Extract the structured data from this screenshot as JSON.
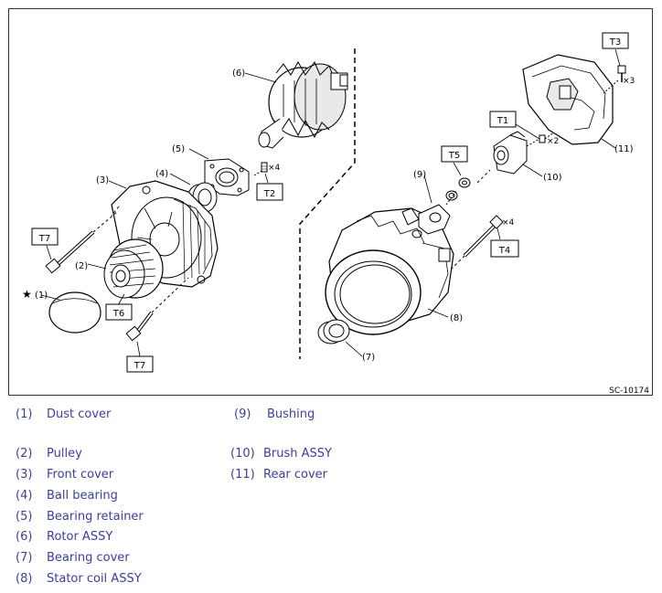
{
  "diagram": {
    "figure_code": "SC-10174",
    "callouts": {
      "c1": "(1)",
      "c2": "(2)",
      "c3": "(3)",
      "c4": "(4)",
      "c5": "(5)",
      "c6": "(6)",
      "c7": "(7)",
      "c8": "(8)",
      "c9": "(9)",
      "c10": "(10)",
      "c11": "(11)"
    },
    "torque_tags": {
      "t1": "T1",
      "t2": "T2",
      "t3": "T3",
      "t4": "T4",
      "t5": "T5",
      "t6": "T6",
      "t7a": "T7",
      "t7b": "T7"
    },
    "quantities": {
      "q_rear_cover": "×3",
      "q_brush": "×2",
      "q_rotor": "×4",
      "q_stator": "×4"
    },
    "star_mark": "★"
  },
  "legend": {
    "left": [
      {
        "num": "(1)",
        "label": "Dust cover"
      },
      {
        "num": "(2)",
        "label": "Pulley"
      },
      {
        "num": "(3)",
        "label": "Front cover"
      },
      {
        "num": "(4)",
        "label": "Ball bearing"
      },
      {
        "num": "(5)",
        "label": "Bearing retainer"
      },
      {
        "num": "(6)",
        "label": "Rotor ASSY"
      },
      {
        "num": "(7)",
        "label": "Bearing cover"
      },
      {
        "num": "(8)",
        "label": "Stator coil ASSY"
      }
    ],
    "right": [
      {
        "num": "(9)",
        "label": "Bushing"
      },
      {
        "num": "(10)",
        "label": "Brush ASSY"
      },
      {
        "num": "(11)",
        "label": "Rear cover"
      }
    ]
  },
  "colors": {
    "legend_text": "#3b3f9c",
    "line": "#000000"
  }
}
